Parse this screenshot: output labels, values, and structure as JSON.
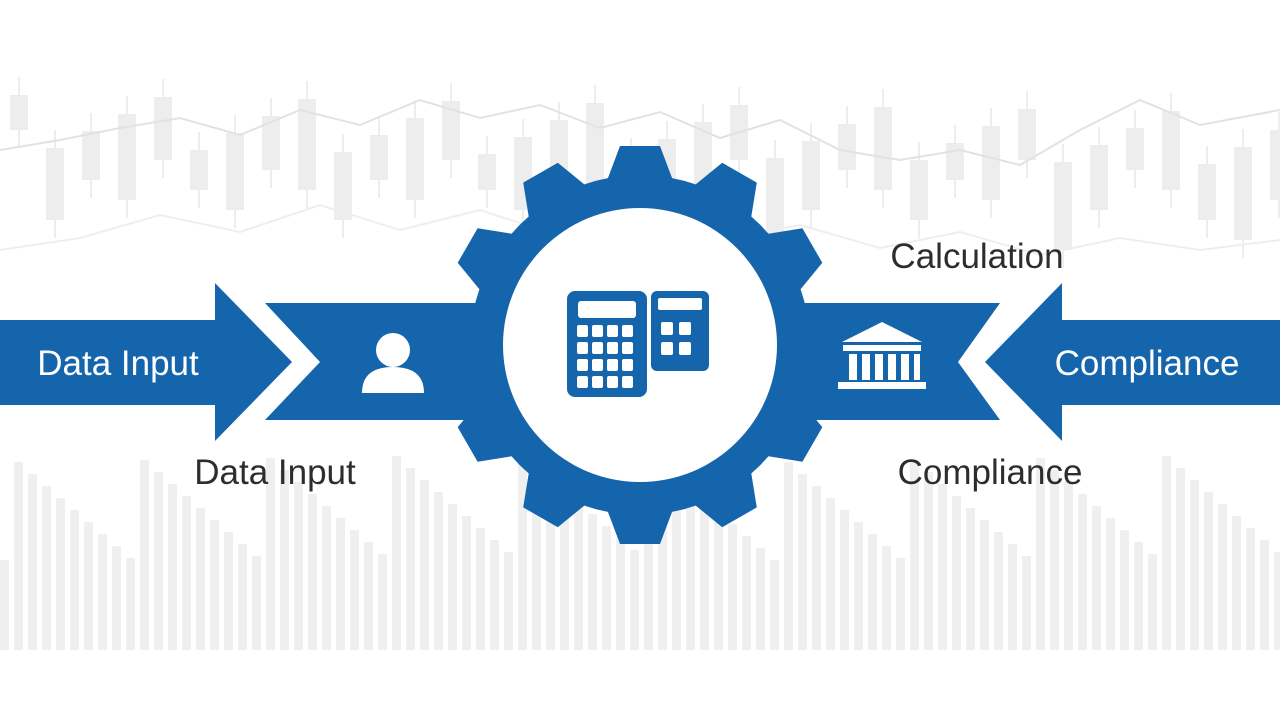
{
  "labels": {
    "left_arrow": "Data Input",
    "right_arrow": "Compliance",
    "left_caption": "Data Input",
    "top_right_caption": "Calculation",
    "bottom_right_caption": "Compliance"
  },
  "icons": {
    "left_band": "user-icon",
    "center": "calculator-icon",
    "right_band": "bank-building-icon",
    "hub": "gear-icon"
  },
  "colors": {
    "primary": "#1565ad",
    "background": "#ffffff",
    "faint_chart": "#e9e9e9",
    "caption_text": "#2d2d2d"
  }
}
